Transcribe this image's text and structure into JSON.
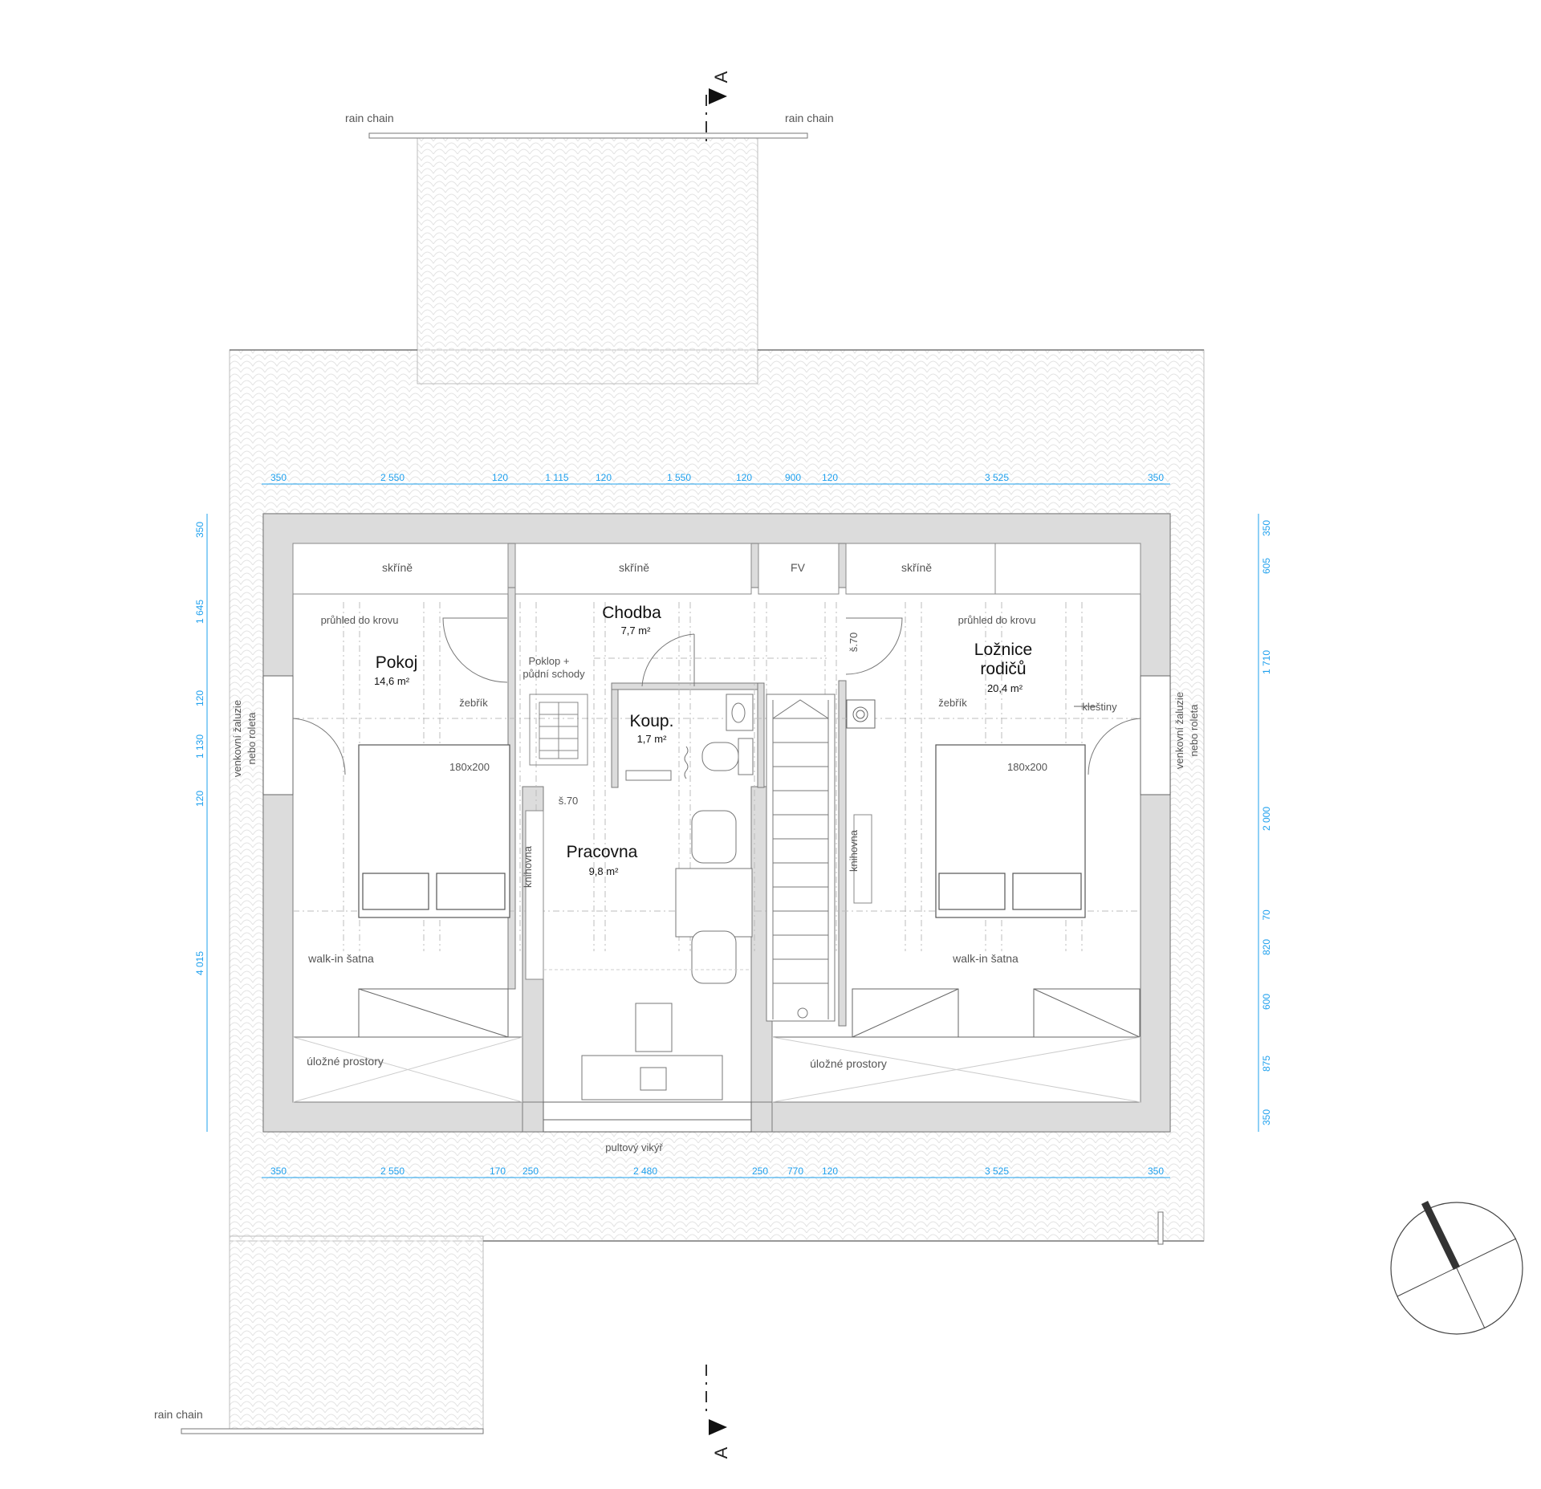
{
  "colors": {
    "wall": "#dcdcdc",
    "line": "#555555",
    "dimension": "#1ea0ee",
    "roof_tile": "#e6e6e6",
    "axis": "#9a9a9a"
  },
  "section_marker": "A",
  "rooms": [
    {
      "id": "pokoj",
      "name": "Pokoj",
      "area": "14,6 m²"
    },
    {
      "id": "chodba",
      "name": "Chodba",
      "area": "7,7 m²"
    },
    {
      "id": "koupelna",
      "name": "Koup.",
      "area": "1,7 m²"
    },
    {
      "id": "loznice-1",
      "name": "Ložnice",
      "area": ""
    },
    {
      "id": "loznice-2",
      "name": "rodičů",
      "area": "20,4 m²"
    },
    {
      "id": "pracovna",
      "name": "Pracovna",
      "area": "9,8 m²"
    }
  ],
  "labels": {
    "rain_chain_left": "rain chain",
    "rain_chain_right": "rain chain",
    "rain_chain_bottom": "rain chain",
    "skrine_1": "skříně",
    "skrine_2": "skříně",
    "skrine_3": "skříně",
    "fv": "FV",
    "pruhled_left": "průhled do krovu",
    "pruhled_right": "průhled do krovu",
    "poklop_1": "Poklop +",
    "poklop_2": "půdní  schody",
    "zebrik_left": "žebřík",
    "zebrik_right": "žebřík",
    "bed_left": "180x200",
    "bed_right": "180x200",
    "sirka_70_a": "š.70",
    "sirka_70_b": "š.70",
    "knihovna_left": "knihovna",
    "knihovna_right": "knihovna",
    "walkin_left": "walk-in šatna",
    "walkin_right": "walk-in šatna",
    "ulozne_left": "úložné prostory",
    "ulozne_right": "úložné prostory",
    "pultovy_vikyr": "pultový vikýř",
    "klestiny": "kleštiny",
    "zaluzie_left_1": "venkovní žaluzie",
    "zaluzie_left_2": "nebo roleta",
    "zaluzie_right_1": "venkovní žaluzie",
    "zaluzie_right_2": "nebo roleta"
  },
  "dimensions": {
    "top": [
      "350",
      "2 550",
      "120",
      "1 115",
      "120",
      "1 550",
      "120",
      "900",
      "120",
      "3 525",
      "350"
    ],
    "bottom": [
      "350",
      "2 550",
      "170",
      "250",
      "2 480",
      "250",
      "770",
      "120",
      "3 525",
      "350"
    ],
    "left": [
      "350",
      "1 645",
      "120",
      "1 130",
      "120",
      "4 015"
    ],
    "right": [
      "350",
      "605",
      "1 710",
      "2 000",
      "70",
      "820",
      "600",
      "875",
      "350"
    ]
  }
}
